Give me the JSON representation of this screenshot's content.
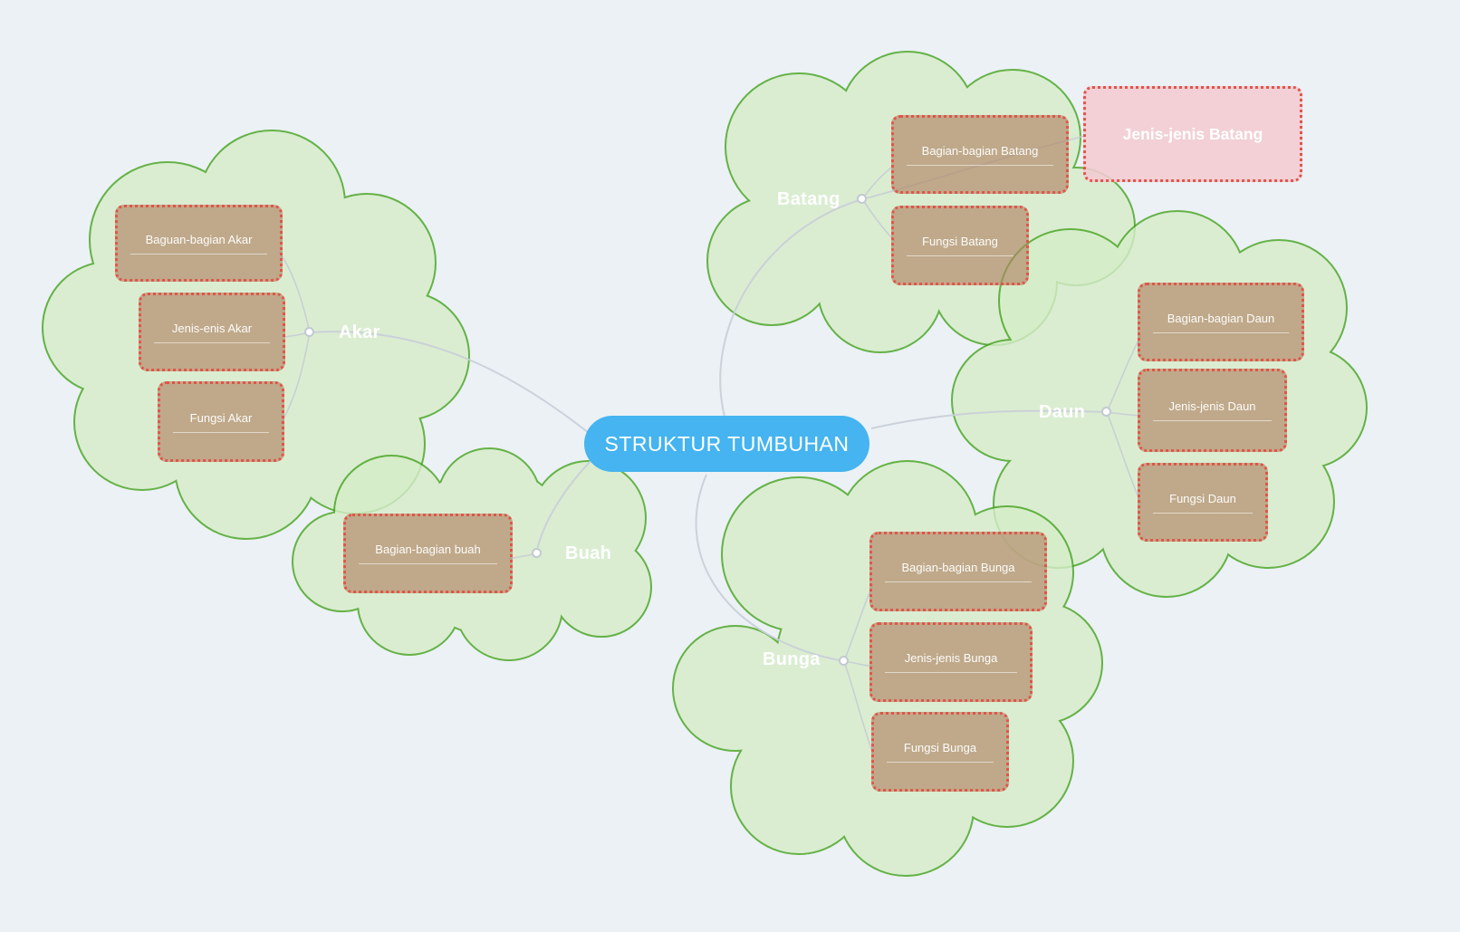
{
  "central": {
    "label": "STRUKTUR TUMBUHAN",
    "color": "#45b4f0"
  },
  "colors": {
    "background": "#ebf1f5",
    "cloud_fill": "#daeed2",
    "cloud_stroke": "#56b42e",
    "child_node_fill": "#cdb49e",
    "child_node_border": "#e25449",
    "highlight_node_fill": "#f3cbd2",
    "connector": "#c9d0d8",
    "text": "#ffffff"
  },
  "branches": [
    {
      "label": "Akar",
      "children": [
        {
          "label": "Baguan-bagian Akar"
        },
        {
          "label": "Jenis-enis Akar"
        },
        {
          "label": "Fungsi Akar"
        }
      ]
    },
    {
      "label": "Batang",
      "children": [
        {
          "label": "Bagian-bagian Batang"
        },
        {
          "label": "Fungsi Batang"
        },
        {
          "label": "Jenis-jenis Batang",
          "highlight": true
        }
      ]
    },
    {
      "label": "Daun",
      "children": [
        {
          "label": "Bagian-bagian Daun"
        },
        {
          "label": "Jenis-jenis Daun"
        },
        {
          "label": "Fungsi Daun"
        }
      ]
    },
    {
      "label": "Buah",
      "children": [
        {
          "label": "Bagian-bagian buah"
        }
      ]
    },
    {
      "label": "Bunga",
      "children": [
        {
          "label": "Bagian-bagian Bunga"
        },
        {
          "label": "Jenis-jenis Bunga"
        },
        {
          "label": "Fungsi Bunga"
        }
      ]
    }
  ]
}
